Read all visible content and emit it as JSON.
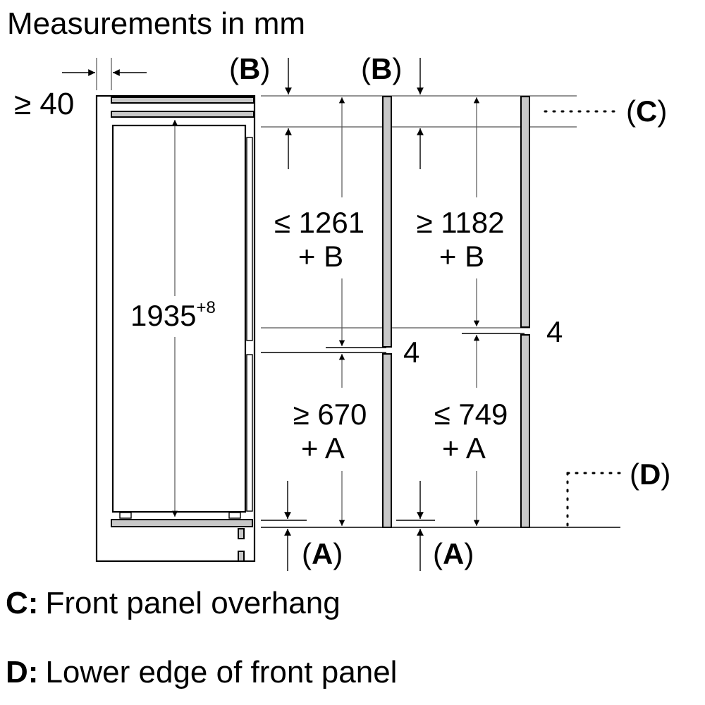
{
  "title": "Measurements in mm",
  "left_gap_label": "≥ 40",
  "appliance_height": {
    "value": "1935",
    "tolerance": "+8"
  },
  "b_labels": [
    "B",
    "B"
  ],
  "c_label": "C",
  "d_label": "D",
  "a_labels": [
    "A",
    "A"
  ],
  "upper_dims": [
    {
      "value": "≤ 1261",
      "plus": "+ B"
    },
    {
      "value": "≥ 1182",
      "plus": "+ B"
    }
  ],
  "lower_dims": [
    {
      "value": "≥ 670",
      "plus": "+ A"
    },
    {
      "value": "≤ 749",
      "plus": "+ A"
    }
  ],
  "gap_labels": [
    "4",
    "4"
  ],
  "legend": [
    {
      "key": "C:",
      "text": "Front panel overhang"
    },
    {
      "key": "D:",
      "text": "Lower edge of front panel"
    }
  ],
  "colors": {
    "panel_fill": "#c8c8c8",
    "line": "#000000"
  }
}
